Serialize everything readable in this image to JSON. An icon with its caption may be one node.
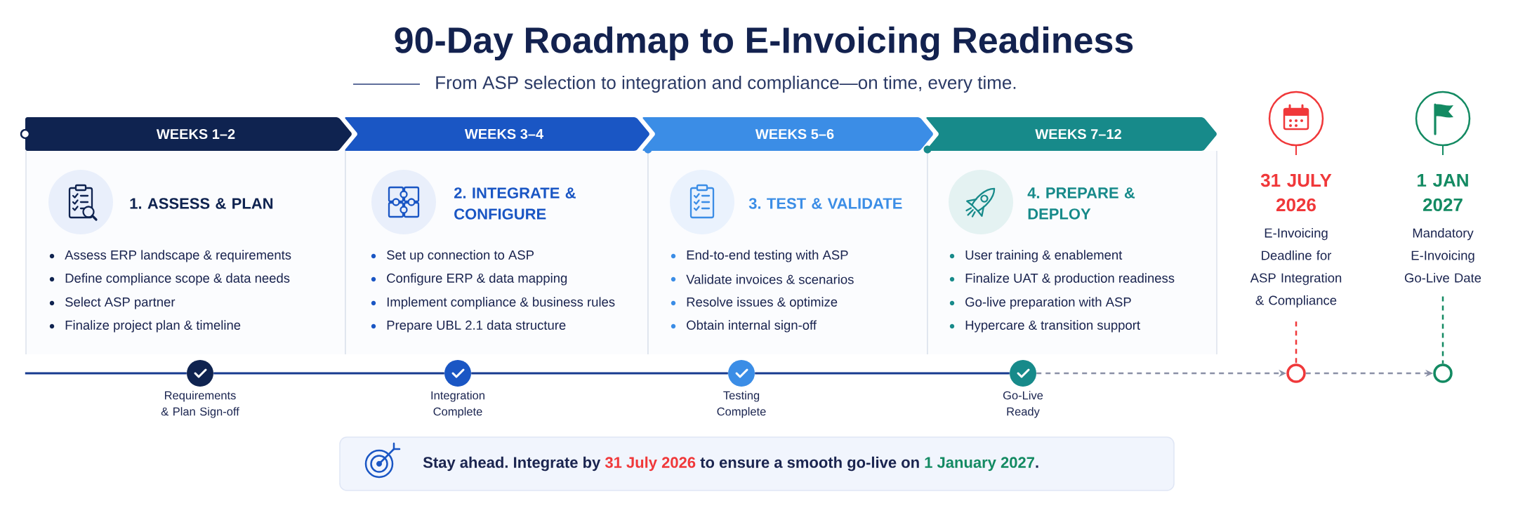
{
  "diagram": {
    "title": "90-Day Roadmap to E-Invoicing Readiness",
    "nodes": [
      {
        "text": [
          "WEEKS 1–2"
        ]
      },
      {
        "text": [
          "1. ASSESS & PLAN",
          "Assess ERP landscape & requirements",
          "Define compliance scope & data needs",
          "Select ASP partner",
          "Finalize project plan & timeline"
        ]
      },
      {
        "text": [
          "WEEKS 3–4"
        ]
      },
      {
        "text": [
          "2. INTEGRATE & CONFIGURE",
          "Set up connection to ASP",
          "Configure ERP & data mapping",
          "Implement compliance & business rules",
          "Prepare UBL 2.1 data structure"
        ]
      },
      {
        "text": [
          "WEEKS 5–6"
        ]
      },
      {
        "text": [
          "3. TEST & VALIDATE",
          "End-to-end testing with ASP",
          "Validate invoices & scenarios",
          "Resolve issues & optimize",
          "Obtain internal sign-off"
        ]
      },
      {
        "text": [
          "WEEKS 7–12"
        ]
      },
      {
        "text": [
          "4. PREPARE & DEPLOY",
          "User training & enablement",
          "Finalize UAT & production readiness",
          "Go-live preparation with ASP",
          "Hypercare & transition support"
        ]
      },
      {
        "text": [
          "31 JULY 2026",
          "E-Invoicing Deadline for ASP Integration & Compliance"
        ]
      },
      {
        "text": [
          "1 JAN 2027",
          "Mandatory E-Invoicing Go-Live Date"
        ]
      },
      {
        "text": [
          "Requirements & Plan Sign-off"
        ]
      },
      {
        "text": [
          "Integration Complete"
        ]
      },
      {
        "text": [
          "Testing Complete"
        ]
      },
      {
        "text": [
          "Go-Live Ready"
        ]
      },
      {
        "text": [],
        "shape": "circle"
      },
      {
        "text": [],
        "shape": "circle"
      },
      {
        "text": [
          "Stay ahead. Integrate by",
          "31 July 2026",
          "to ensure a smooth go-live on",
          "1 January 2027",
          "."
        ]
      }
    ],
    "edges": [
      {
        "from": null,
        "to": 10,
        "arrow": "none"
      },
      {
        "from": 10,
        "to": 11,
        "arrow": "none"
      },
      {
        "from": 11,
        "to": 12,
        "arrow": "none"
      },
      {
        "from": 12,
        "to": 13,
        "arrow": "none"
      },
      {
        "from": 13,
        "to": 14,
        "arrow": "to",
        "style": "dashed",
        "color": "#8a90a6"
      },
      {
        "from": 14,
        "to": 15,
        "arrow": "to",
        "style": "dashed",
        "color": "#8a90a6"
      },
      {
        "from": 8,
        "to": 14,
        "arrow": "none",
        "style": "dashed",
        "color": "#f0383a"
      },
      {
        "from": 9,
        "to": 15,
        "arrow": "none",
        "style": "dashed",
        "color": "#138a62"
      }
    ],
    "labels": [
      "From ASP selection to integration and compliance—on time, every time."
    ]
  }
}
